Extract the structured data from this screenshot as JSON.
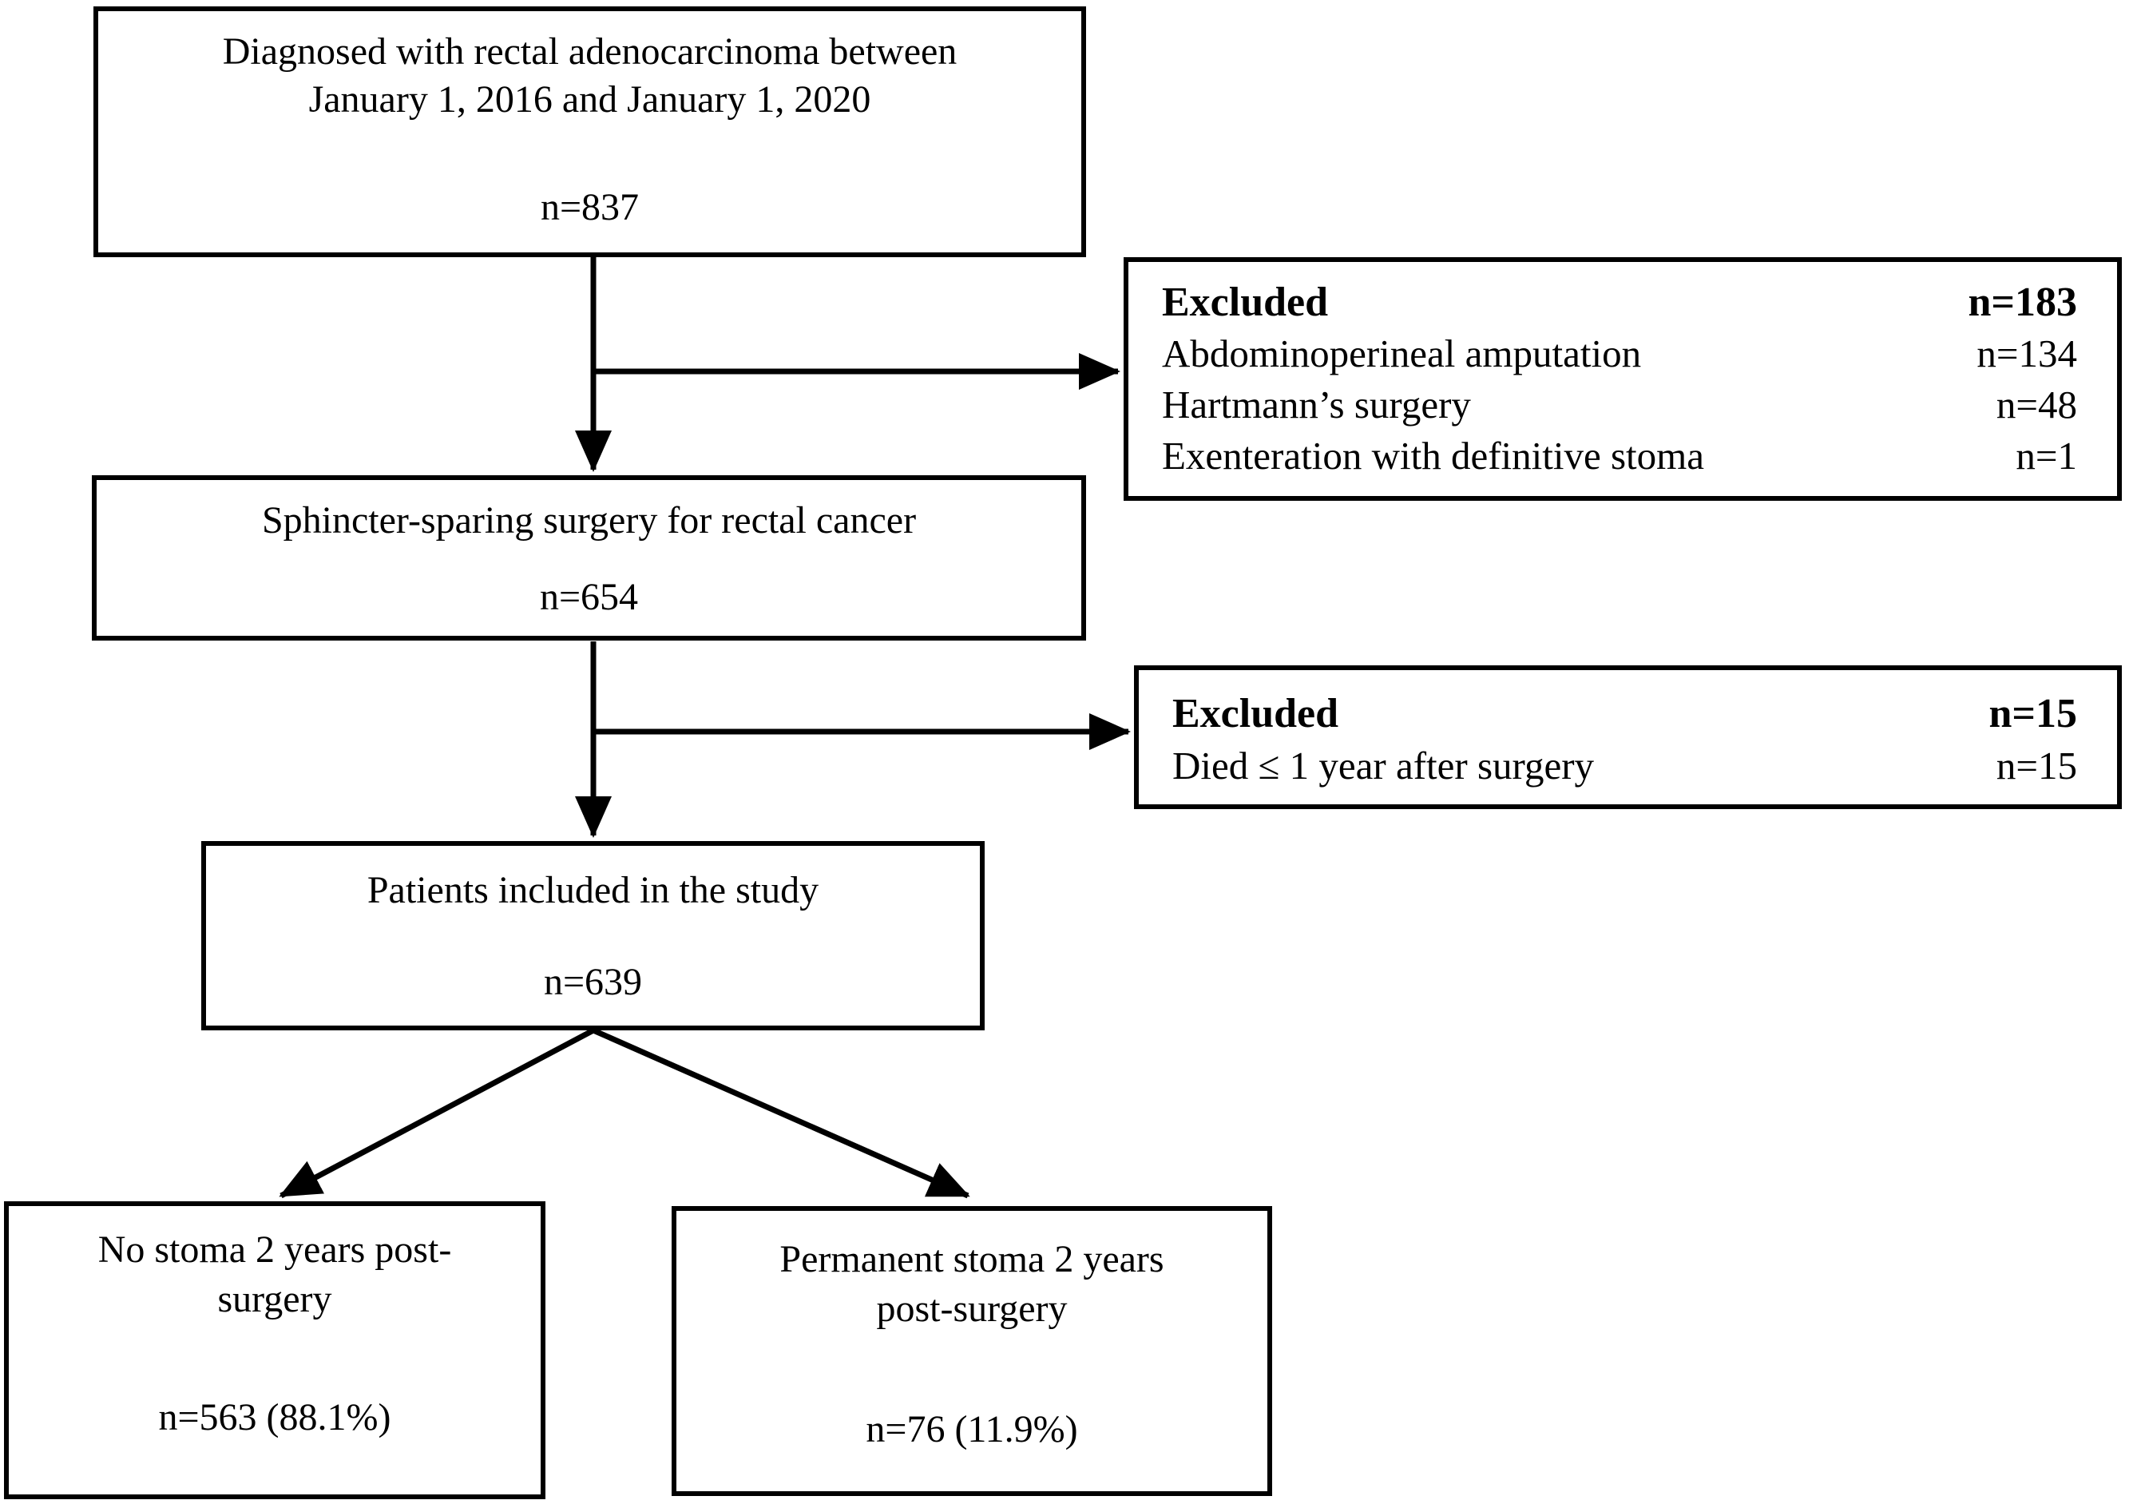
{
  "diagram": {
    "background": "#ffffff",
    "ink": "#000000",
    "boxes": {
      "diagnosed": {
        "line1": "Diagnosed with rectal adenocarcinoma between",
        "line2": "January 1, 2016 and January 1, 2020",
        "n": "n=837"
      },
      "excluded1": {
        "title": "Excluded",
        "title_n": "n=183",
        "items": [
          {
            "label": "Abdominoperineal amputation",
            "n": "n=134"
          },
          {
            "label": "Hartmann’s surgery",
            "n": "n=48"
          },
          {
            "label": "Exenteration with definitive stoma",
            "n": "n=1"
          }
        ]
      },
      "sphincter": {
        "line1": "Sphincter-sparing surgery for rectal cancer",
        "n": "n=654"
      },
      "excluded2": {
        "title": "Excluded",
        "title_n": "n=15",
        "items": [
          {
            "label": "Died ≤ 1 year after surgery",
            "n": "n=15"
          }
        ]
      },
      "included": {
        "line1": "Patients included in the study",
        "n": "n=639"
      },
      "no_stoma": {
        "line1": "No stoma 2 years post-",
        "line2": "surgery",
        "n": "n=563 (88.1%)"
      },
      "permanent_stoma": {
        "line1": "Permanent stoma 2 years",
        "line2": "post-surgery",
        "n": "n=76 (11.9%)"
      }
    }
  }
}
